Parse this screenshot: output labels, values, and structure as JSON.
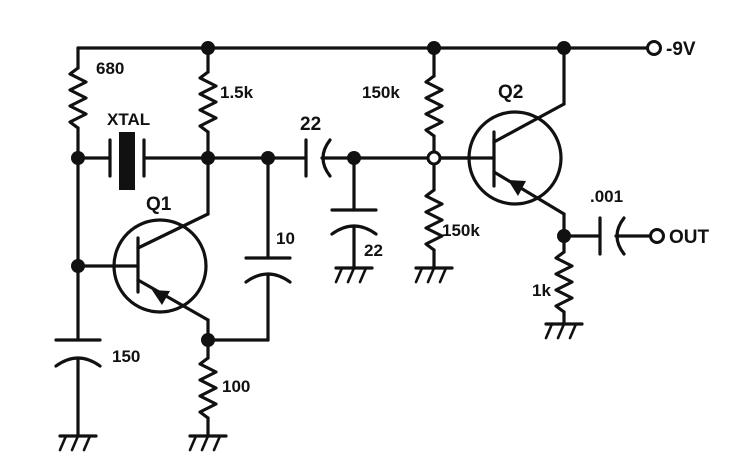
{
  "components": {
    "r_680": "680",
    "crystal": "XTAL",
    "r_1_5k": "1.5k",
    "c_22_coupling": "22",
    "r_150k_top": "150k",
    "q2": "Q2",
    "supply": "-9V",
    "q1": "Q1",
    "c_10": "10",
    "c_22_shunt": "22",
    "r_150k_bottom": "150k",
    "c_001": ".001",
    "output": "OUT",
    "r_1k": "1k",
    "c_150": "150",
    "r_100": "100"
  }
}
